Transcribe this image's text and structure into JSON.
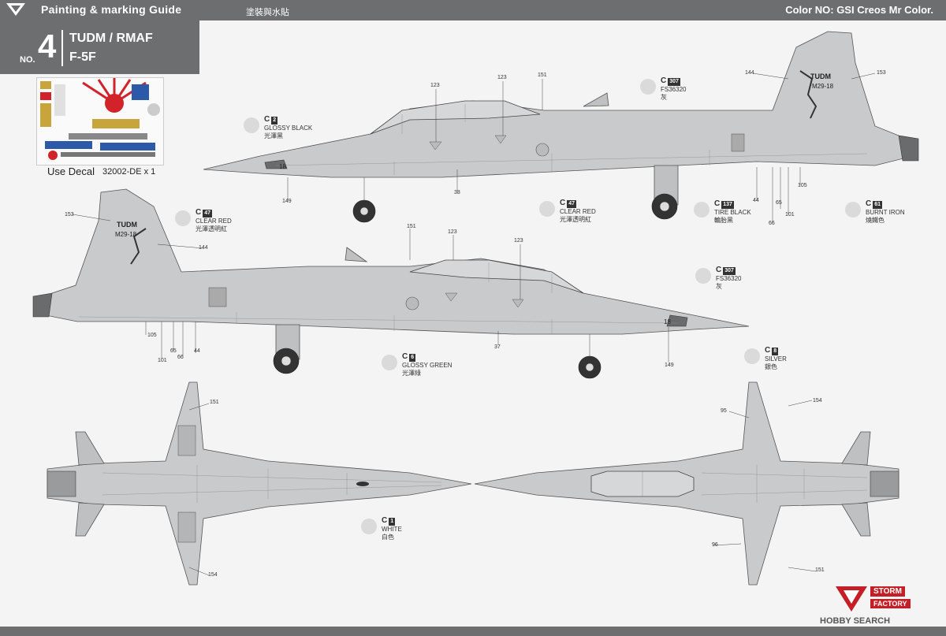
{
  "header": {
    "title": "Painting & marking Guide",
    "title_cn": "塗裝與水貼",
    "color_note": "Color NO: GSI Creos Mr Color."
  },
  "scheme": {
    "no_label": "NO.",
    "number": "4",
    "line1": "TUDM / RMAF",
    "line2": "F-5F"
  },
  "decal": {
    "label": "Use Decal",
    "code": "32002-DE x 1"
  },
  "callouts": {
    "c2": {
      "code": "C",
      "num": "2",
      "en": "GLOSSY BLACK",
      "cn": "光澤黑"
    },
    "c307_top": {
      "code": "C",
      "num": "307",
      "en": "FS36320",
      "cn": "灰"
    },
    "c47_top": {
      "code": "C",
      "num": "47",
      "en": "CLEAR RED",
      "cn": "光澤透明紅"
    },
    "c137": {
      "code": "C",
      "num": "137",
      "en": "TIRE BLACK",
      "cn": "輪胎黑"
    },
    "c61": {
      "code": "C",
      "num": "61",
      "en": "BURNT   IRON",
      "cn": "燒鐵色"
    },
    "c47_mid": {
      "code": "C",
      "num": "47",
      "en": "CLEAR RED",
      "cn": "光澤透明紅"
    },
    "c307_mid": {
      "code": "C",
      "num": "307",
      "en": "FS36320",
      "cn": "灰"
    },
    "c6": {
      "code": "C",
      "num": "6",
      "en": "GLOSSY GREEN",
      "cn": "光澤綠"
    },
    "c8": {
      "code": "C",
      "num": "8",
      "en": "SILVER",
      "cn": "銀色"
    },
    "c1": {
      "code": "C",
      "num": "1",
      "en": "WHITE",
      "cn": "白色"
    }
  },
  "parts": {
    "p123a": "123",
    "p123b": "123",
    "p151a": "151",
    "p144a": "144",
    "p153a": "153",
    "p149a": "149",
    "p38": "38",
    "p44a": "44",
    "p65a": "65",
    "p105a": "105",
    "p101a": "101",
    "p66a": "66",
    "p153b": "153",
    "p144b": "144",
    "p151b": "151",
    "p123c": "123",
    "p123d": "123",
    "p105b": "105",
    "p65b": "65",
    "p44b": "44",
    "p101b": "101",
    "p66b": "66",
    "p37": "37",
    "p149b": "149",
    "p151c": "151",
    "p154a": "154",
    "p95": "95",
    "p154b": "154",
    "p96": "96",
    "p151d": "151"
  },
  "markings": {
    "nose_number": "18",
    "tail_top_1": "TUDM",
    "tail_top_2": "M29-18",
    "tail_mid_1": "TUDM",
    "tail_mid_2": "M29-18"
  },
  "brand": {
    "line1": "STORM",
    "line2": "FACTORY"
  },
  "watermark": "HOBBY SEARCH",
  "colors": {
    "header_bg": "#6d6e70",
    "aircraft_gray": "#c9cacc",
    "brand_red": "#c41e26"
  }
}
